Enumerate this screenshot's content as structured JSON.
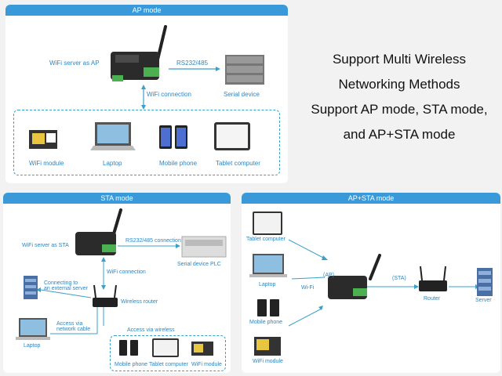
{
  "ap": {
    "title": "AP mode",
    "server_label": "WiFi server as AP",
    "rs_label": "RS232/485",
    "serial_label": "Serial device",
    "wifi_conn": "WiFi connection",
    "devices": [
      "WiFi module",
      "Laptop",
      "Mobile phone",
      "Tablet computer"
    ]
  },
  "feature": {
    "lines": [
      "Support Multi Wireless",
      "Networking Methods",
      "Support AP mode, STA mode,",
      "and AP+STA mode"
    ]
  },
  "sta": {
    "title": "STA mode",
    "server_label": "WiFi server as STA",
    "rs_label": "RS232/485 connection",
    "plc_label": "Serial device PLC",
    "wifi_conn": "WiFi connection",
    "ext_label": "Connecting to\nan external server",
    "router_label": "Wireless router",
    "cable_label": "Access via\nnetwork cable",
    "laptop_label": "Laptop",
    "wireless_label": "Access via wireless",
    "devices": [
      "Mobile phone",
      "Tablet computer",
      "WiFi module"
    ]
  },
  "apsta": {
    "title": "AP+STA mode",
    "tablet": "Tablet computer",
    "laptop": "Laptop",
    "phone": "Mobile phone",
    "module": "WiFi module",
    "ap": "(AP)",
    "wifi": "Wi-Fi",
    "sta": "(STA)",
    "router": "Router",
    "server": "Server"
  },
  "colors": {
    "accent": "#3a9ad9",
    "gateway": "#2b2b2b",
    "terminal": "#4caf50"
  }
}
